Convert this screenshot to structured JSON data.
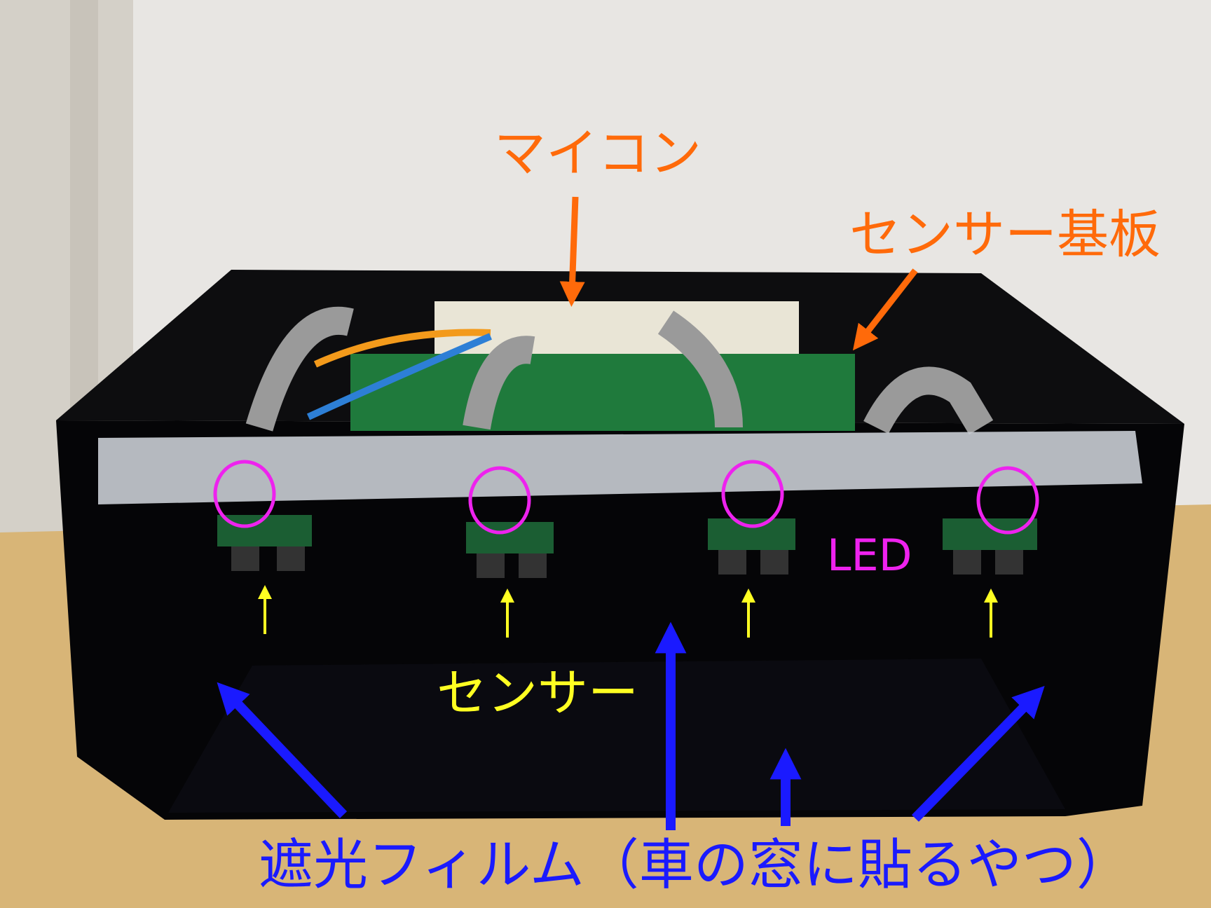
{
  "annotations": {
    "microcontroller": "マイコン",
    "sensor_board": "センサー基板",
    "led": "LED",
    "sensor": "センサー",
    "shading_film": "遮光フィルム（車の窓に貼るやつ）"
  },
  "colors": {
    "orange": "#ff6a0a",
    "magenta": "#ee22ee",
    "yellow": "#ffff22",
    "blue": "#1a1aff"
  }
}
